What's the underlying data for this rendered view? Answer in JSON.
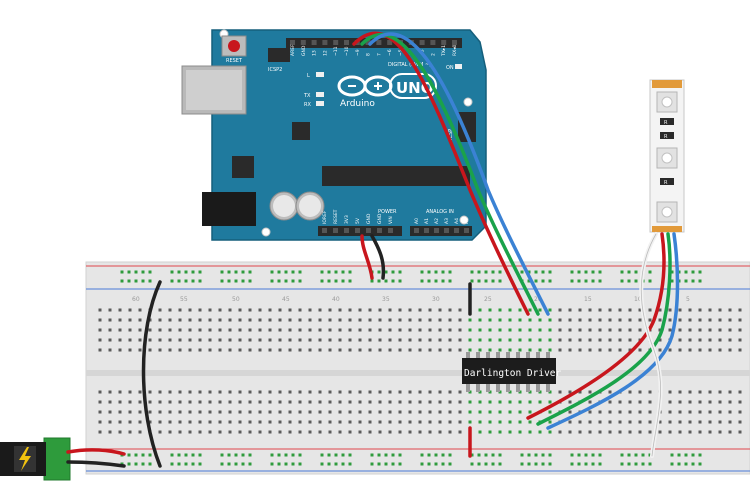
{
  "arduino": {
    "brand": "Arduino",
    "model": "UNO",
    "reset_label": "RESET",
    "icsp2_label": "ICSP2",
    "icsp_label": "ICSP",
    "led_l": "L",
    "led_tx": "TX",
    "led_rx": "RX",
    "on_label": "ON",
    "digital_header": "DIGITAL (PWM ~)",
    "power_header": "POWER",
    "analog_header": "ANALOG IN",
    "top_pins": [
      "AREF",
      "GND",
      "13",
      "12",
      "~11",
      "~10",
      "~9",
      "8",
      "7",
      "~6",
      "~5",
      "4",
      "~3",
      "2",
      "TX▸1",
      "RX◂0"
    ],
    "power_pins": [
      "IOREF",
      "RESET",
      "3V3",
      "5V",
      "GND",
      "GND",
      "VIN"
    ],
    "analog_pins": [
      "A0",
      "A1",
      "A2",
      "A3",
      "A4",
      "A5"
    ]
  },
  "breadboard": {
    "column_labels": [
      "60",
      "55",
      "50",
      "45",
      "40",
      "35",
      "30",
      "25",
      "20",
      "15",
      "10",
      "5"
    ]
  },
  "chip": {
    "label": "Darlington Driver"
  },
  "led_strip": {
    "resistor_label": "R"
  },
  "colors": {
    "board": "#1f7a9e",
    "board_dark": "#155f7c",
    "wire_red": "#c8161d",
    "wire_green": "#1aa24a",
    "wire_blue": "#3b82d4",
    "wire_black": "#222222",
    "wire_white": "#f2f2f2",
    "rail_red": "#e0474c",
    "rail_blue": "#4a7bd8",
    "jack_green": "#2e9b3c"
  }
}
